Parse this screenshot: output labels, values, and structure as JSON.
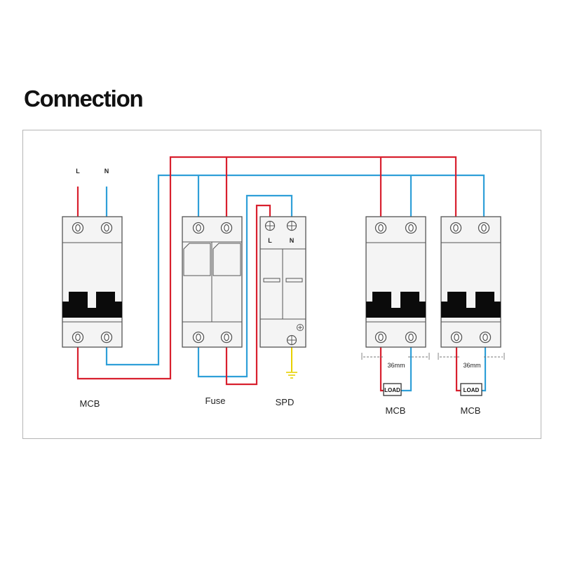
{
  "heading": "Connection",
  "colors": {
    "live": "#d8202e",
    "neutral": "#2f9fd8",
    "earth": "#e8d000",
    "device_outline": "#555555",
    "device_fill": "#f4f4f4",
    "handle_fill": "#0b0b0b",
    "frame": "#b5b5b5"
  },
  "supply": {
    "live_label": "L",
    "neutral_label": "N"
  },
  "devices": {
    "mcb_main": {
      "label": "MCB"
    },
    "fuse": {
      "label": "Fuse"
    },
    "spd": {
      "label": "SPD",
      "live_terminal": "L",
      "neutral_terminal": "N"
    },
    "mcb_out_1": {
      "label": "MCB",
      "width_dimension": "36mm",
      "load_label": "LOAD"
    },
    "mcb_out_2": {
      "label": "MCB",
      "width_dimension": "36mm",
      "load_label": "LOAD"
    }
  },
  "icons": [
    "screw-terminal-icon",
    "earth-symbol-icon",
    "breaker-handle-icon",
    "dimension-arrow-icon"
  ]
}
